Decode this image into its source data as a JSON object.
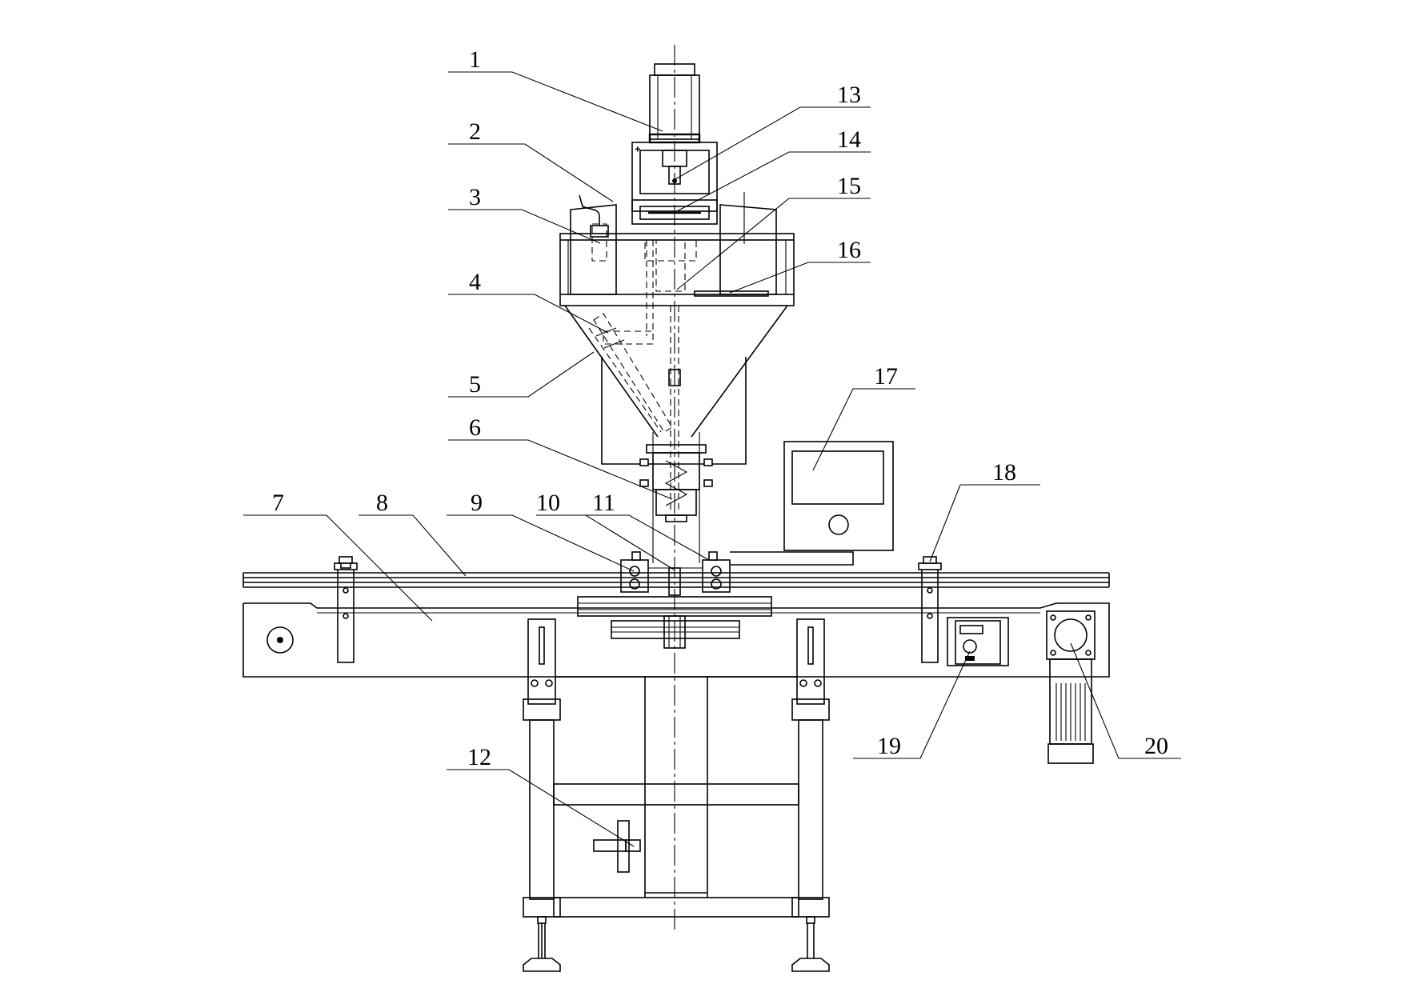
{
  "labels": [
    {
      "id": "1",
      "text": "1"
    },
    {
      "id": "2",
      "text": "2"
    },
    {
      "id": "3",
      "text": "3"
    },
    {
      "id": "4",
      "text": "4"
    },
    {
      "id": "5",
      "text": "5"
    },
    {
      "id": "6",
      "text": "6"
    },
    {
      "id": "7",
      "text": "7"
    },
    {
      "id": "8",
      "text": "8"
    },
    {
      "id": "9",
      "text": "9"
    },
    {
      "id": "10",
      "text": "10"
    },
    {
      "id": "11",
      "text": "11"
    },
    {
      "id": "12",
      "text": "12"
    },
    {
      "id": "13",
      "text": "13"
    },
    {
      "id": "14",
      "text": "14"
    },
    {
      "id": "15",
      "text": "15"
    },
    {
      "id": "16",
      "text": "16"
    },
    {
      "id": "17",
      "text": "17"
    },
    {
      "id": "18",
      "text": "18"
    },
    {
      "id": "19",
      "text": "19"
    },
    {
      "id": "20",
      "text": "20"
    }
  ],
  "colors": {
    "line": "#000000",
    "background": "#ffffff"
  }
}
